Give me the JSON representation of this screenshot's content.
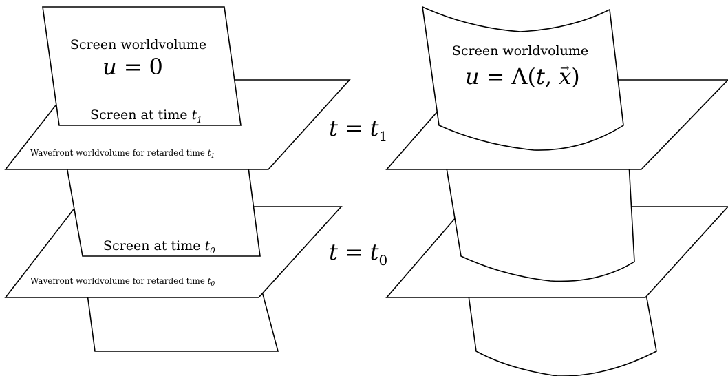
{
  "left": {
    "screen_title": "Screen worldvolume",
    "screen_equation": {
      "lhs": "u",
      "op": "=",
      "rhs": "0"
    },
    "screen_t1_label": {
      "text": "Screen at time ",
      "var": "t",
      "sub": "1"
    },
    "screen_t0_label": {
      "text": "Screen at time ",
      "var": "t",
      "sub": "0"
    },
    "wavefront_t1_label": {
      "text": "Wavefront worldvolume for retarded time ",
      "var": "t",
      "sub": "1"
    },
    "wavefront_t0_label": {
      "text": "Wavefront worldvolume for retarded time ",
      "var": "t",
      "sub": "0"
    }
  },
  "middle": {
    "t1_eq": {
      "lhs": "t",
      "op": "=",
      "rhs": "t",
      "sub": "1"
    },
    "t0_eq": {
      "lhs": "t",
      "op": "=",
      "rhs": "t",
      "sub": "0"
    }
  },
  "right": {
    "screen_title": "Screen worldvolume",
    "screen_equation": {
      "lhs": "u",
      "op": "=",
      "rhs_fn": "Λ",
      "rhs_args_t": "t",
      "rhs_args_x": "x",
      "vec_arrow": "→"
    }
  }
}
